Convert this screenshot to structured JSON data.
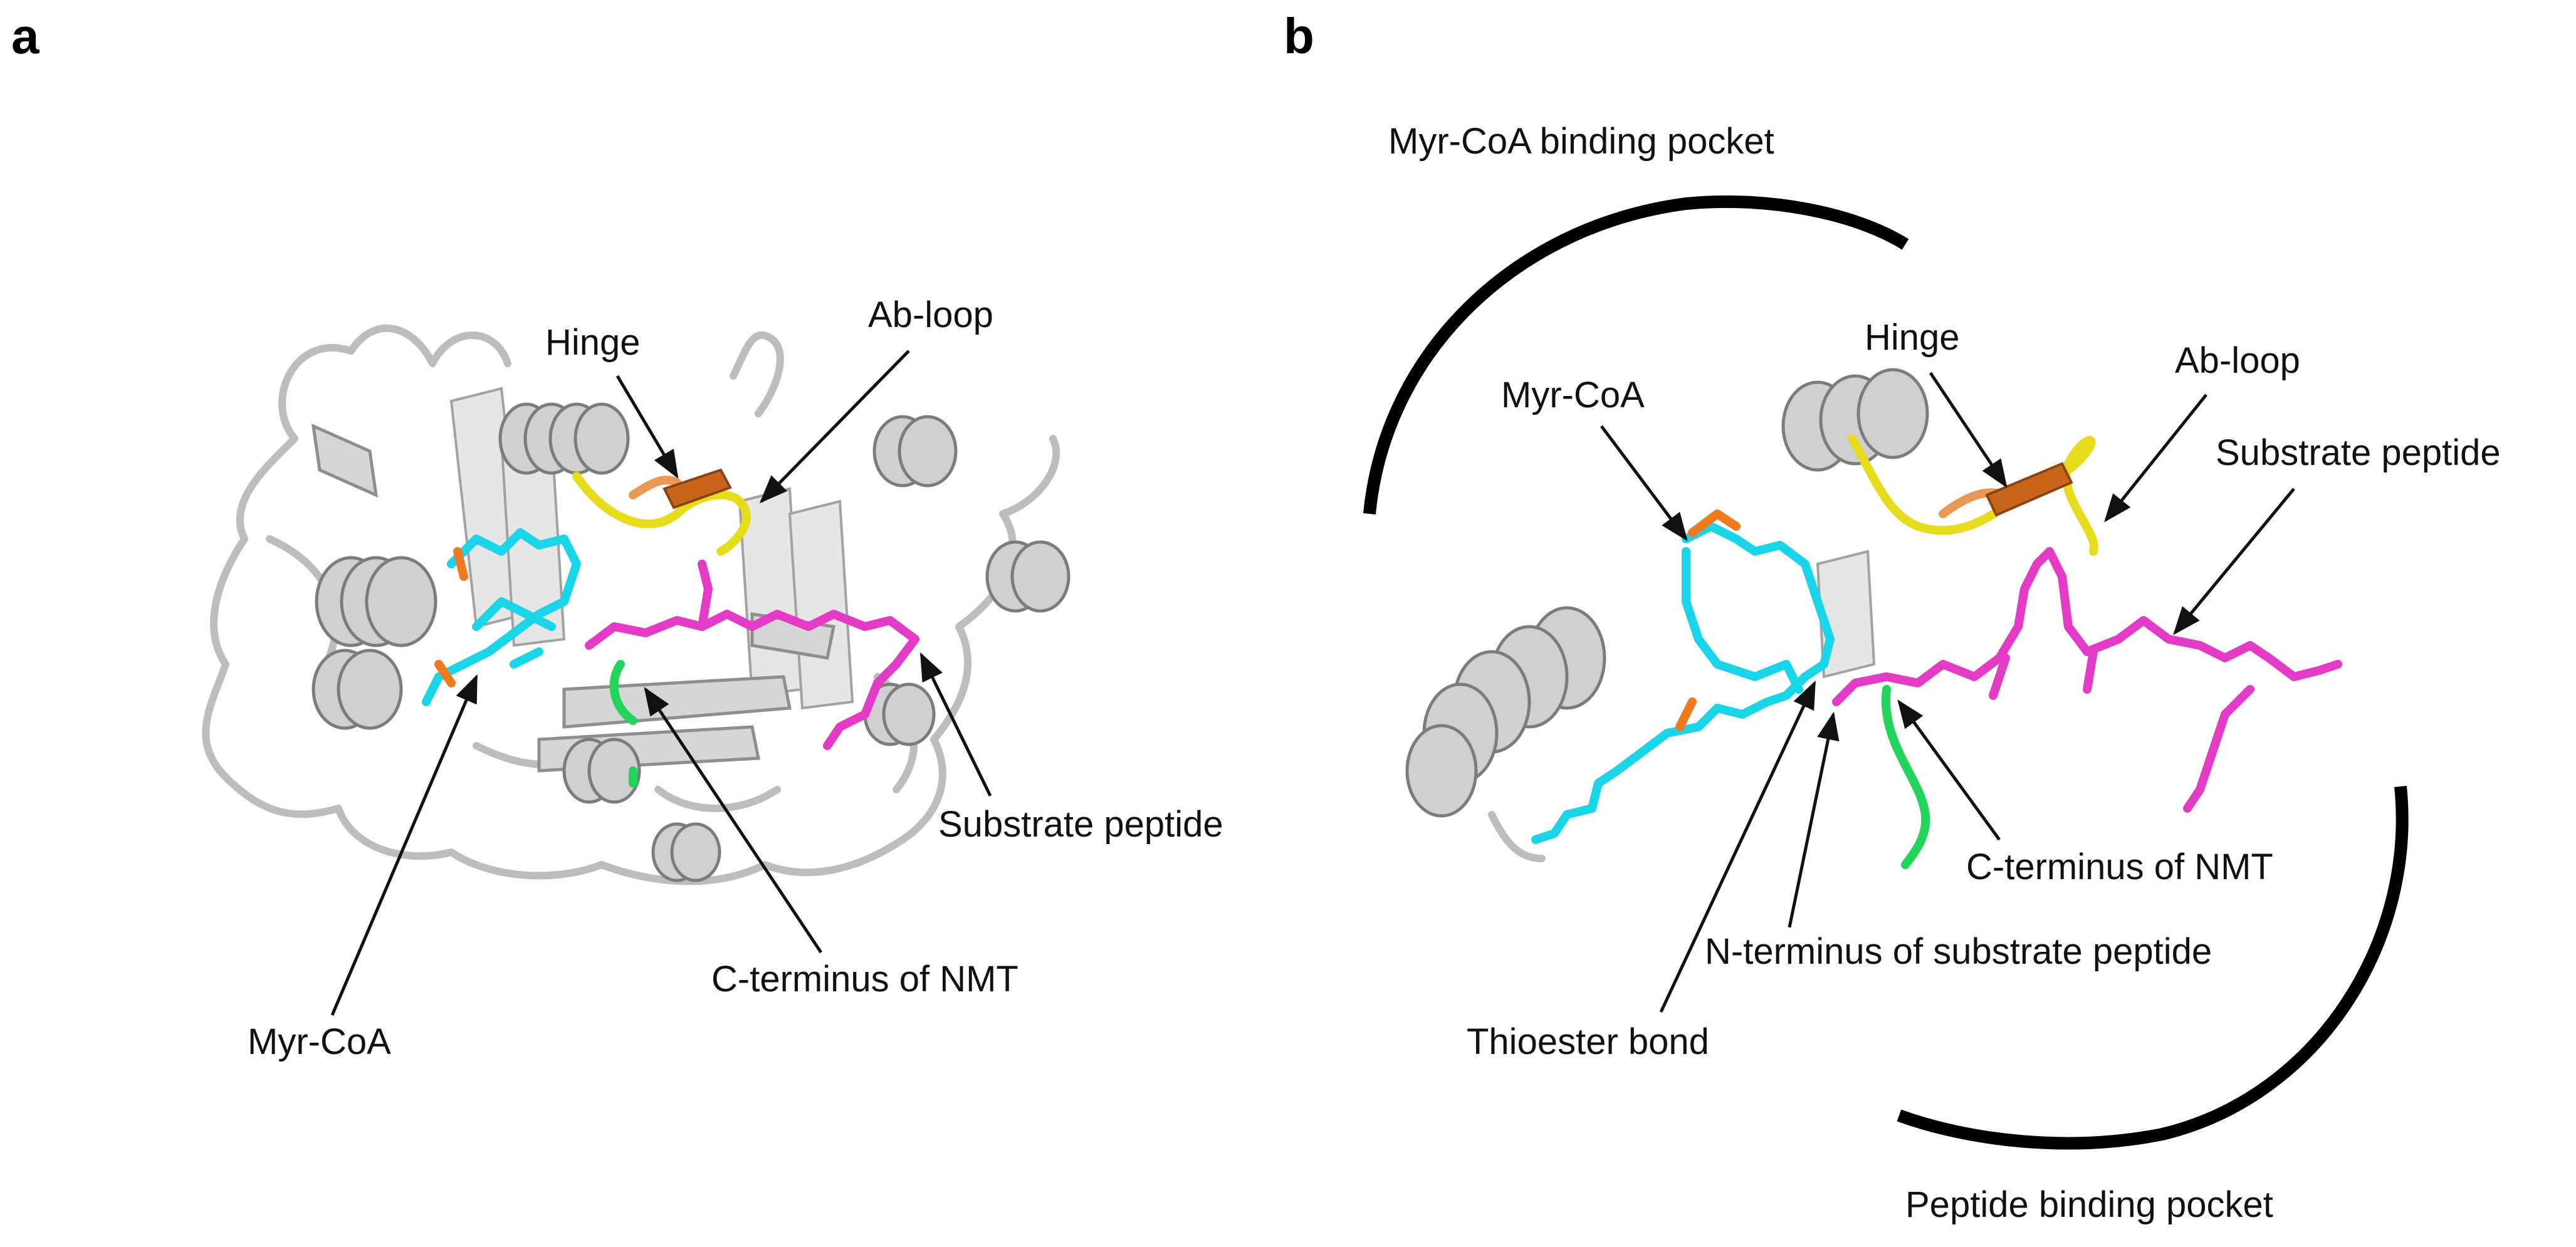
{
  "panel_a": {
    "letter": "a",
    "labels": {
      "hinge": "Hinge",
      "ab_loop": "Ab-loop",
      "substrate_peptide": "Substrate peptide",
      "c_terminus": "C-terminus of NMT",
      "myr_coa": "Myr-CoA"
    }
  },
  "panel_b": {
    "letter": "b",
    "labels": {
      "myr_coa_pocket": "Myr-CoA binding pocket",
      "myr_coa": "Myr-CoA",
      "hinge": "Hinge",
      "ab_loop": "Ab-loop",
      "substrate_peptide": "Substrate peptide",
      "c_terminus": "C-terminus of NMT",
      "n_terminus": "N-terminus of substrate peptide",
      "thioester": "Thioester bond",
      "peptide_pocket": "Peptide binding pocket"
    }
  },
  "colors": {
    "protein": "#d0d0d0",
    "myr_coa": "#1ad5e8",
    "substrate_peptide": "#e43bc6",
    "c_terminus": "#22d55a",
    "ab_loop": "#e6dc1b",
    "hinge": "#c8651b"
  }
}
